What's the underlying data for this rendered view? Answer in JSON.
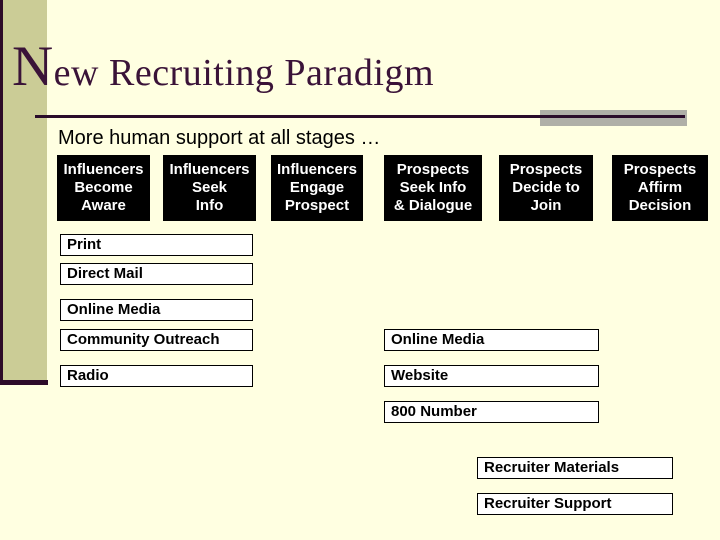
{
  "title": {
    "initial": "N",
    "rest": "ew Recruiting Paradigm"
  },
  "subtitle": "More human support at all stages …",
  "colors": {
    "background": "#FFFFE1",
    "side_band": "#CBCC96",
    "title_text": "#3A1338",
    "rule": "#2A0C2A",
    "rule_accent_gray": "#AFAFA7",
    "stage_box_bg": "#000000",
    "stage_box_text": "#FFFFFF",
    "channel_box_bg": "#FFFFFF",
    "channel_box_border": "#000000"
  },
  "stages": [
    {
      "label": "Influencers\nBecome\nAware"
    },
    {
      "label": "Influencers\nSeek\nInfo"
    },
    {
      "label": "Influencers\nEngage\nProspect"
    },
    {
      "label": "Prospects\nSeek Info\n& Dialogue"
    },
    {
      "label": "Prospects\nDecide to\nJoin"
    },
    {
      "label": "Prospects\nAffirm\nDecision"
    }
  ],
  "channels": {
    "left": [
      "Print",
      "Direct Mail",
      "Online Media",
      "Community Outreach",
      "Radio"
    ],
    "middle": [
      "Online Media",
      "Website",
      "800 Number"
    ],
    "right": [
      "Recruiter Materials",
      "Recruiter Support"
    ]
  }
}
